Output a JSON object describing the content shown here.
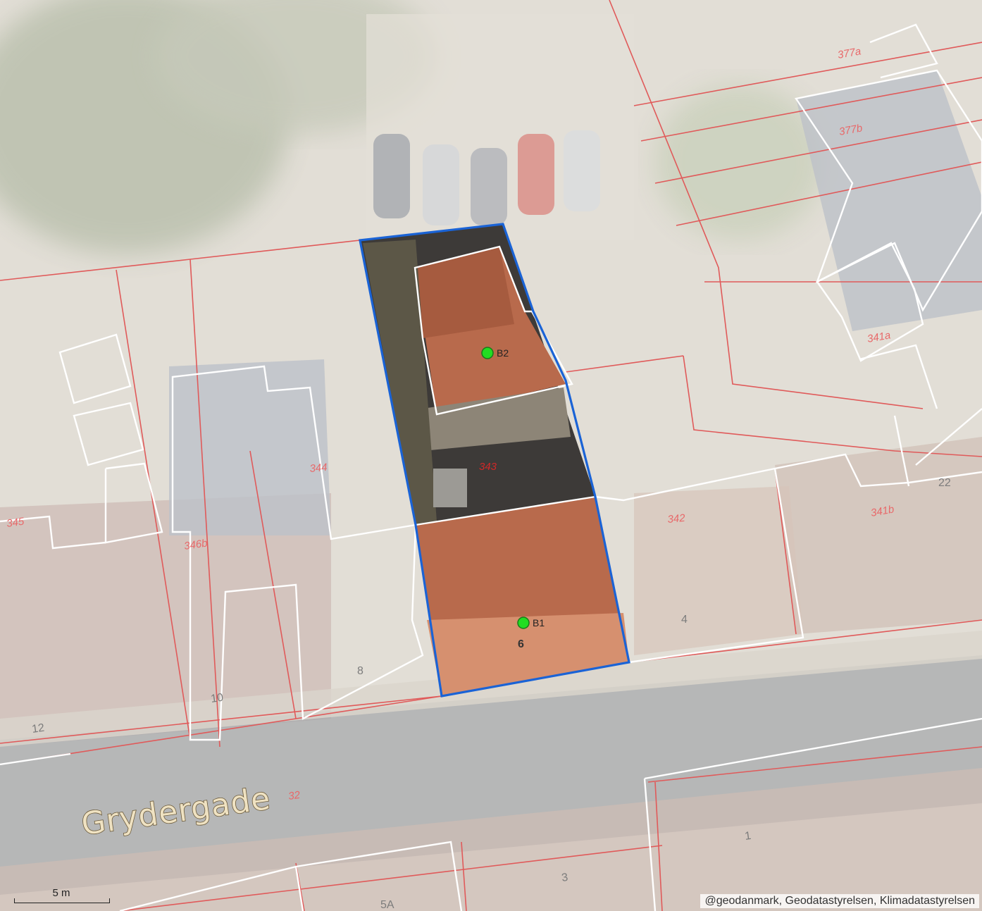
{
  "map": {
    "street_name": "Grydergade",
    "parcel_labels": [
      "377a",
      "377b",
      "341a",
      "343",
      "344",
      "341b",
      "342",
      "345",
      "346b",
      "32"
    ],
    "house_numbers": [
      "22",
      "6",
      "4",
      "8",
      "10",
      "12",
      "1",
      "3",
      "5A"
    ],
    "building_points": [
      {
        "label": "B2",
        "color": "#22dd22"
      },
      {
        "label": "B1",
        "color": "#22dd22"
      }
    ],
    "scale_label": "5 m",
    "attribution": "@geodanmark, Geodatastyrelsen, Klimadatastyrelsen",
    "colors": {
      "selected_parcel": "#1a63d6",
      "parcel_lines": "#e05a5a",
      "building_outlines": "#ffffff",
      "roof": "#b86a4c"
    }
  }
}
